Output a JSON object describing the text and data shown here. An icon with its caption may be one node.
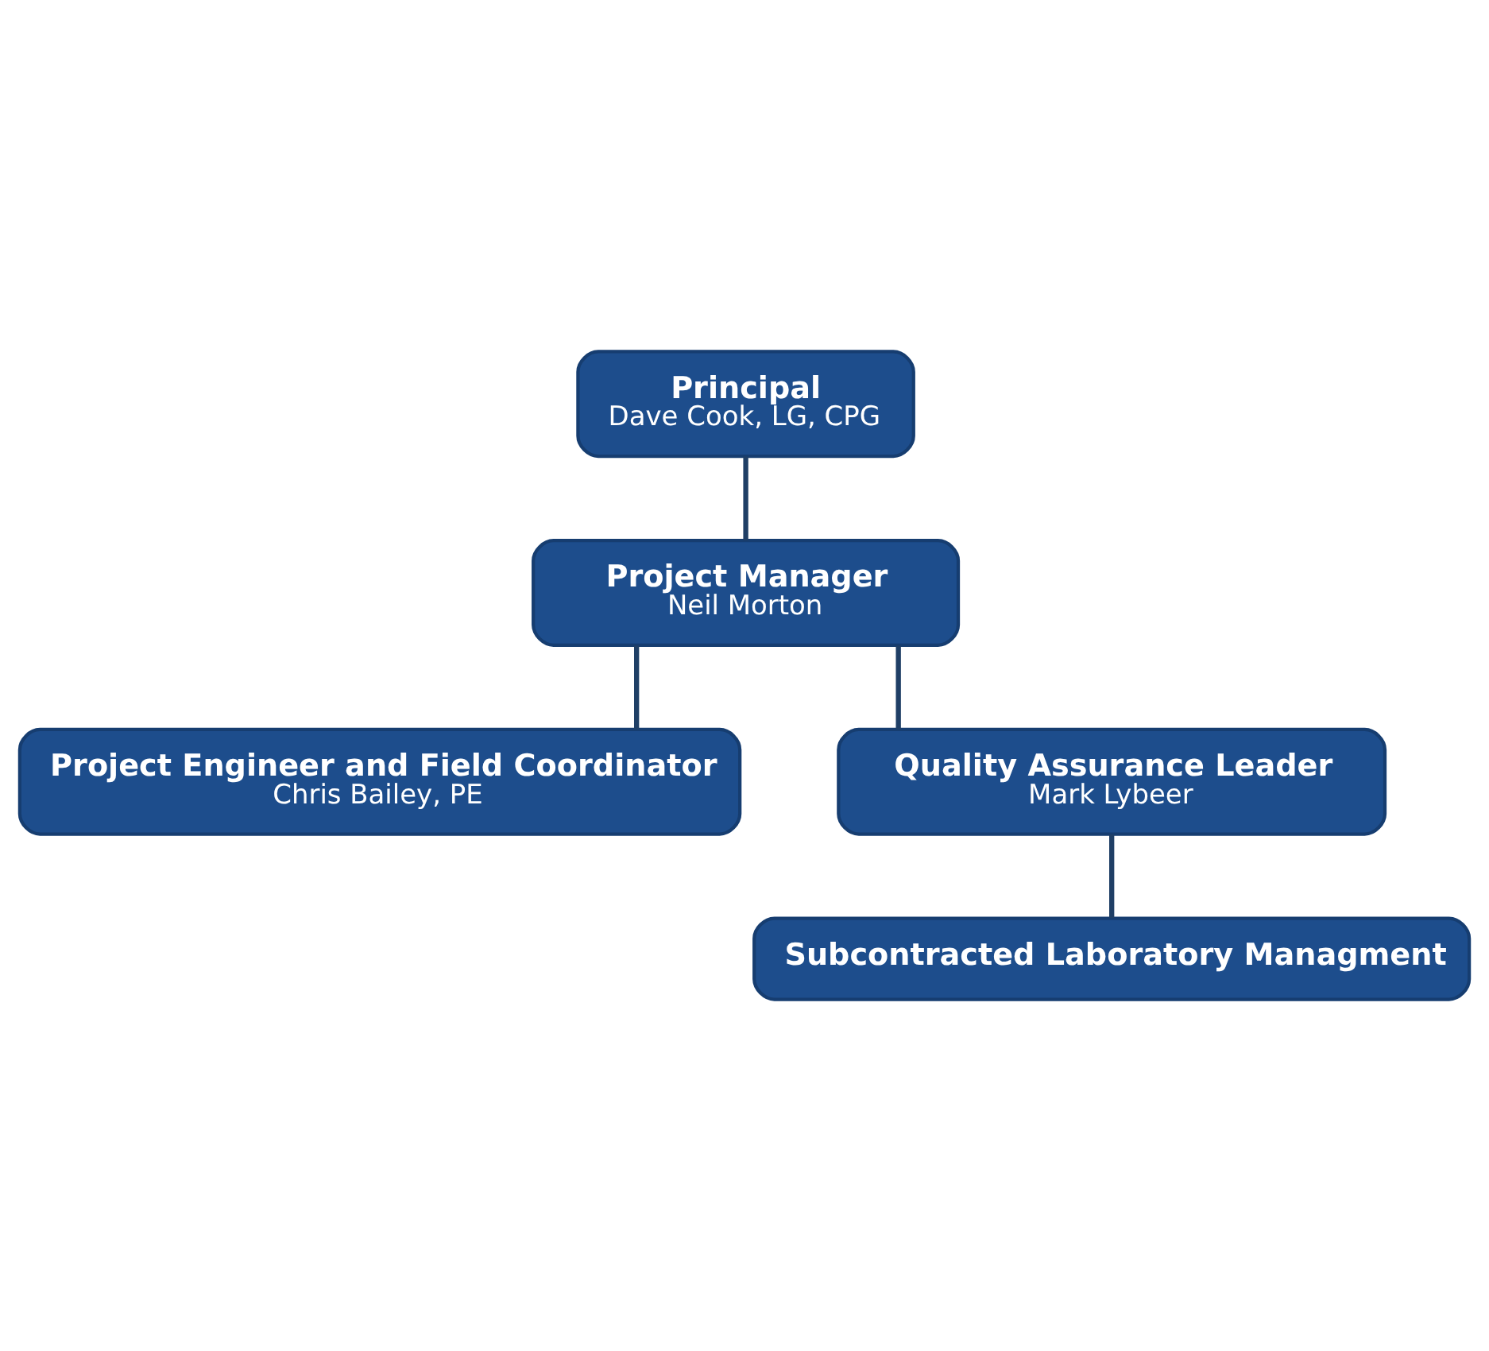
{
  "diagram": {
    "nodes": [
      {
        "text": [
          "Principal",
          "Dave Cook, LG, CPG"
        ]
      },
      {
        "text": [
          "Project Manager",
          "Neil Morton"
        ]
      },
      {
        "text": [
          "Project Engineer and Field Coordinator",
          "Chris Bailey, PE"
        ]
      },
      {
        "text": [
          "Quality Assurance Leader",
          "Mark Lybeer"
        ]
      },
      {
        "text": [
          "Subcontracted Laboratory Managment"
        ]
      }
    ],
    "edges": [
      {
        "from": 0,
        "to": 1,
        "arrow": "none"
      },
      {
        "from": 1,
        "to": 2,
        "arrow": "none"
      },
      {
        "from": 1,
        "to": 3,
        "arrow": "none"
      },
      {
        "from": 3,
        "to": 4,
        "arrow": "none"
      }
    ]
  }
}
